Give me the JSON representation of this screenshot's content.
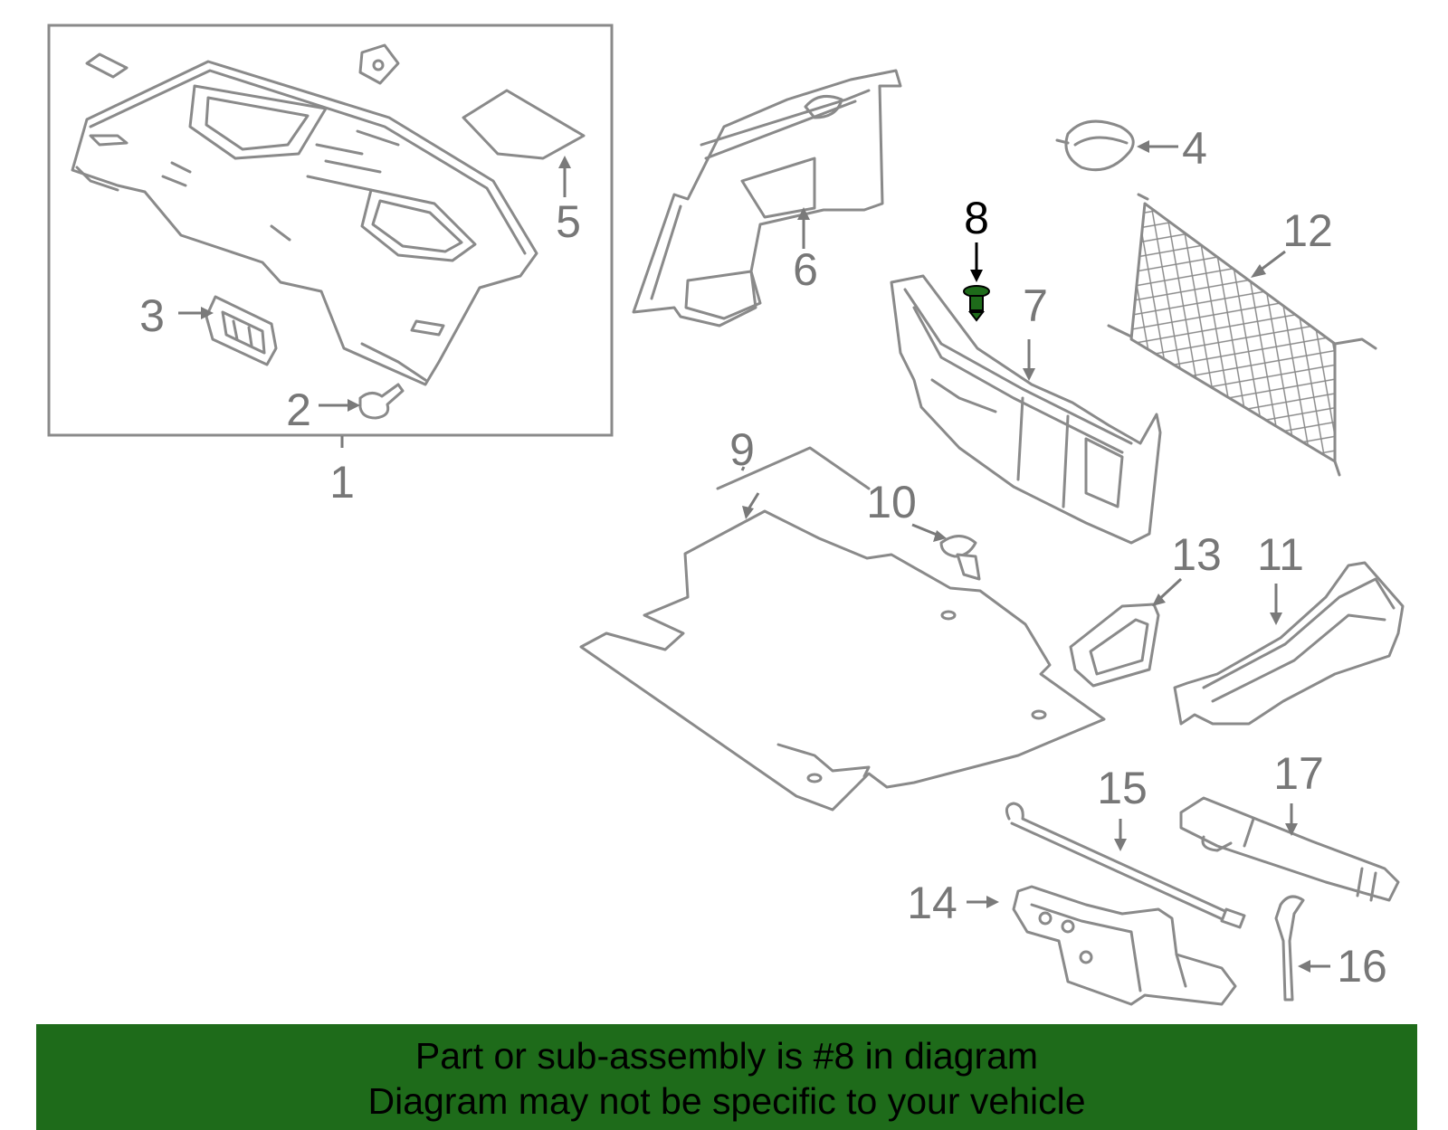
{
  "diagram": {
    "highlight_color": "#1e6b1a",
    "callouts": [
      "1",
      "2",
      "3",
      "4",
      "5",
      "6",
      "7",
      "8",
      "9",
      "10",
      "11",
      "12",
      "13",
      "14",
      "15",
      "16",
      "17"
    ],
    "highlighted_callout": "8"
  },
  "banner": {
    "line1": "Part or sub-assembly is #8 in diagram",
    "line2": "Diagram may not be specific to your vehicle",
    "color": "#1e6b1a"
  }
}
